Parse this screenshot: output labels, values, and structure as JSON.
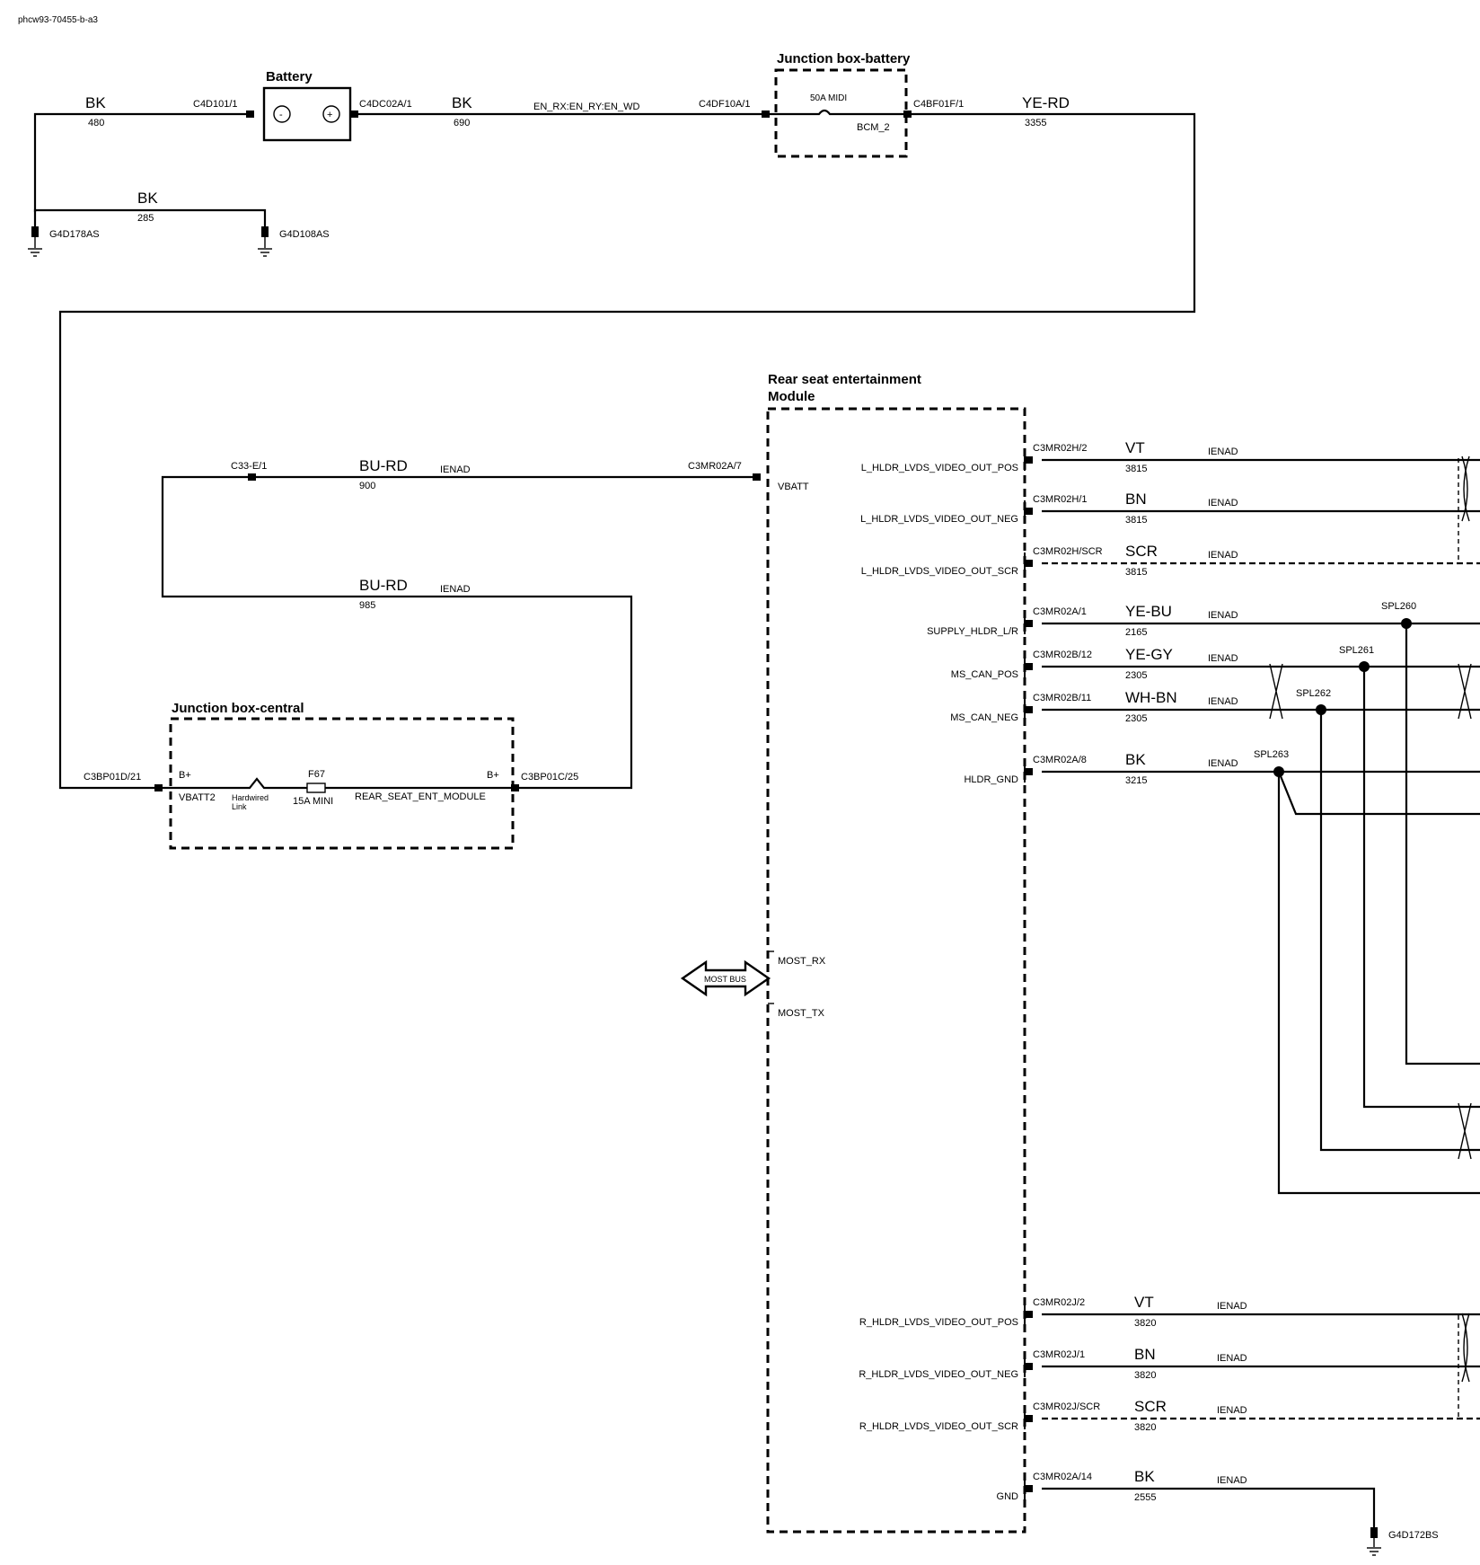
{
  "doc_id": "phcw93-70455-b-a3",
  "components": {
    "battery": "Battery",
    "jb_battery": "Junction box-battery",
    "jb_central": "Junction box-central",
    "rse_line1": "Rear seat entertainment",
    "rse_line2": "Module"
  },
  "top_circuit": {
    "c_bat_neg": "C4D101/1",
    "c_bat_pos": "C4DC02A/1",
    "c_jb_in": "C4DF10A/1",
    "c_jb_out": "C4BF01F/1",
    "w480_color": "BK",
    "w480_num": "480",
    "w690_color": "BK",
    "w690_num": "690",
    "w690_opt": "EN_RX:EN_RY:EN_WD",
    "w3355_color": "YE-RD",
    "w3355_num": "3355",
    "fuse_50a": "50A MIDI",
    "bcm": "BCM_2",
    "w285_color": "BK",
    "w285_num": "285",
    "g1": "G4D178AS",
    "g2": "G4D108AS",
    "bat_minus": "-",
    "bat_plus": "+"
  },
  "central": {
    "c_in": "C3BP01D/21",
    "c_out": "C3BP01C/25",
    "bplus_l": "B+",
    "bplus_r": "B+",
    "vbatt2": "VBATT2",
    "hw1": "Hardwired",
    "hw2": "Link",
    "f67": "F67",
    "f67_rating": "15A MINI",
    "rse_feed": "REAR_SEAT_ENT_MODULE",
    "c33": "C33-E/1",
    "w900_color": "BU-RD",
    "w900_opt": "IENAD",
    "w900_num": "900",
    "w985_color": "BU-RD",
    "w985_opt": "IENAD",
    "w985_num": "985"
  },
  "module": {
    "c_vbatt": "C3MR02A/7",
    "vbatt": "VBATT",
    "most_rx": "MOST_RX",
    "most_tx": "MOST_TX",
    "most_bus": "MOST BUS",
    "pins": [
      {
        "signal": "L_HLDR_LVDS_VIDEO_OUT_POS",
        "connector": "C3MR02H/2",
        "color": "VT",
        "num": "3815",
        "opt": "IENAD"
      },
      {
        "signal": "L_HLDR_LVDS_VIDEO_OUT_NEG",
        "connector": "C3MR02H/1",
        "color": "BN",
        "num": "3815",
        "opt": "IENAD"
      },
      {
        "signal": "L_HLDR_LVDS_VIDEO_OUT_SCR",
        "connector": "C3MR02H/SCR",
        "color": "SCR",
        "num": "3815",
        "opt": "IENAD"
      },
      {
        "signal": "SUPPLY_HLDR_L/R",
        "connector": "C3MR02A/1",
        "color": "YE-BU",
        "num": "2165",
        "opt": "IENAD"
      },
      {
        "signal": "MS_CAN_POS",
        "connector": "C3MR02B/12",
        "color": "YE-GY",
        "num": "2305",
        "opt": "IENAD"
      },
      {
        "signal": "MS_CAN_NEG",
        "connector": "C3MR02B/11",
        "color": "WH-BN",
        "num": "2305",
        "opt": "IENAD"
      },
      {
        "signal": "HLDR_GND",
        "connector": "C3MR02A/8",
        "color": "BK",
        "num": "3215",
        "opt": "IENAD"
      },
      {
        "signal": "R_HLDR_LVDS_VIDEO_OUT_POS",
        "connector": "C3MR02J/2",
        "color": "VT",
        "num": "3820",
        "opt": "IENAD"
      },
      {
        "signal": "R_HLDR_LVDS_VIDEO_OUT_NEG",
        "connector": "C3MR02J/1",
        "color": "BN",
        "num": "3820",
        "opt": "IENAD"
      },
      {
        "signal": "R_HLDR_LVDS_VIDEO_OUT_SCR",
        "connector": "C3MR02J/SCR",
        "color": "SCR",
        "num": "3820",
        "opt": "IENAD"
      },
      {
        "signal": "GND",
        "connector": "C3MR02A/14",
        "color": "BK",
        "num": "2555",
        "opt": "IENAD"
      }
    ],
    "splices": [
      "SPL260",
      "SPL261",
      "SPL262",
      "SPL263"
    ],
    "ground": "G4D172BS"
  }
}
